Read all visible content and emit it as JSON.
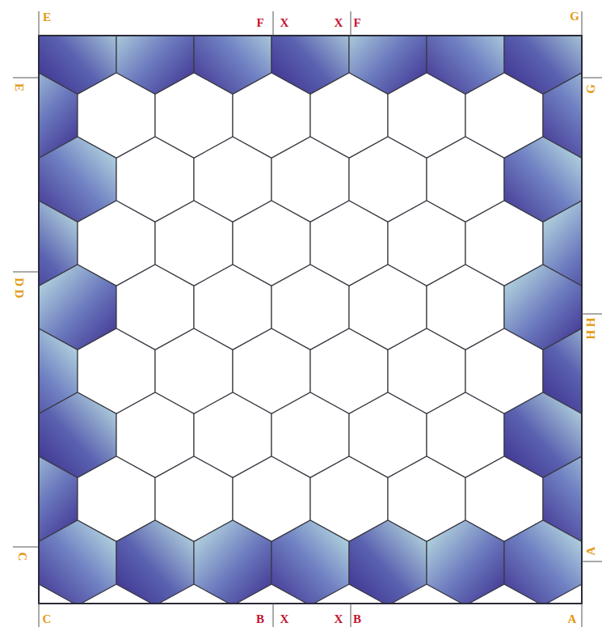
{
  "diagram": {
    "labels": [
      "E",
      "F",
      "X",
      "X",
      "F",
      "G",
      "E",
      "D D",
      "C",
      "G",
      "H H",
      "A",
      "C",
      "B",
      "X",
      "X",
      "B",
      "A"
    ]
  }
}
